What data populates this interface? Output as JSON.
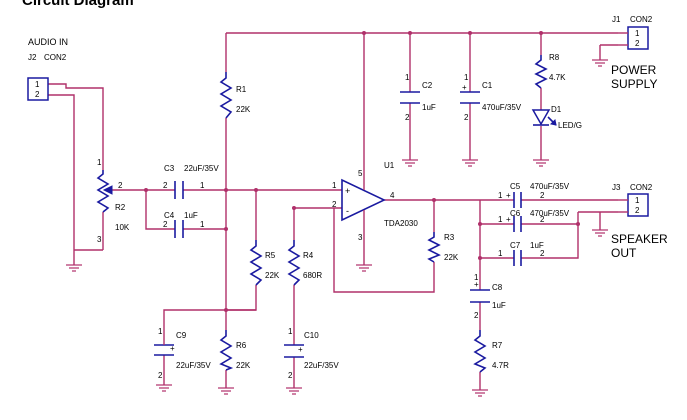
{
  "title": "Circuit Diagram",
  "labels": {
    "audio_in": "AUDIO IN",
    "power_supply_1": "POWER",
    "power_supply_2": "SUPPLY",
    "speaker_out_1": "SPEAKER",
    "speaker_out_2": "OUT"
  },
  "components": {
    "j1": {
      "ref": "J1",
      "type": "CON2"
    },
    "j2": {
      "ref": "J2",
      "type": "CON2"
    },
    "j3": {
      "ref": "J3",
      "type": "CON2"
    },
    "r1": {
      "ref": "R1",
      "value": "22K"
    },
    "r2": {
      "ref": "R2",
      "value": "10K"
    },
    "r3": {
      "ref": "R3",
      "value": "22K"
    },
    "r4": {
      "ref": "R4",
      "value": "680R"
    },
    "r5": {
      "ref": "R5",
      "value": "22K"
    },
    "r6": {
      "ref": "R6",
      "value": "22K"
    },
    "r7": {
      "ref": "R7",
      "value": "4.7R"
    },
    "r8": {
      "ref": "R8",
      "value": "4.7K"
    },
    "c1": {
      "ref": "C1",
      "value": "470uF/35V"
    },
    "c2": {
      "ref": "C2",
      "value": "1uF"
    },
    "c3": {
      "ref": "C3",
      "value": "22uF/35V"
    },
    "c4": {
      "ref": "C4",
      "value": "1uF"
    },
    "c5": {
      "ref": "C5",
      "value": "470uF/35V"
    },
    "c6": {
      "ref": "C6",
      "value": "470uF/35V"
    },
    "c7": {
      "ref": "C7",
      "value": "1uF"
    },
    "c8": {
      "ref": "C8",
      "value": "1uF"
    },
    "c9": {
      "ref": "C9",
      "value": "22uF/35V"
    },
    "c10": {
      "ref": "C10",
      "value": "22uF/35V"
    },
    "d1": {
      "ref": "D1",
      "value": "LED/G"
    },
    "u1": {
      "ref": "U1",
      "value": "TDA2030"
    }
  },
  "pins": {
    "p1": "1",
    "p2": "2",
    "p3": "3",
    "p4": "4",
    "p5": "5",
    "plus": "+",
    "minus": "-"
  }
}
